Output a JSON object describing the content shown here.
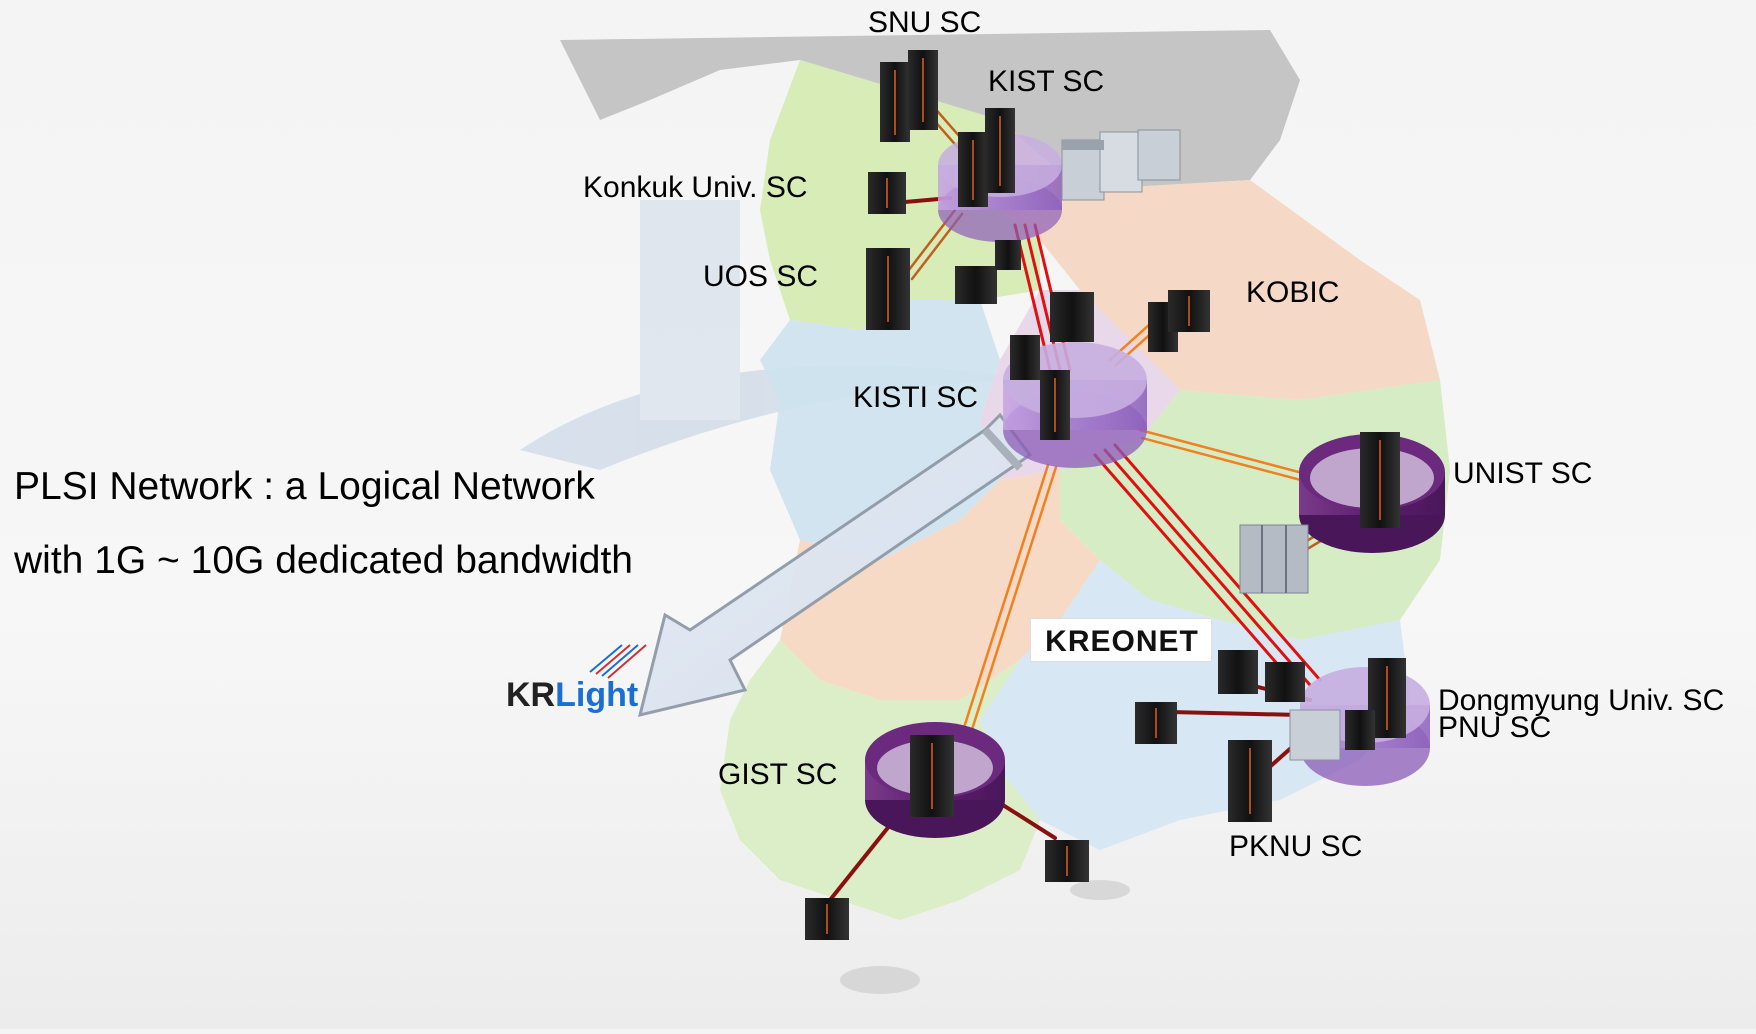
{
  "nodes": {
    "snu": "SNU SC",
    "kist": "KIST SC",
    "konkuk": "Konkuk Univ. SC",
    "uos": "UOS SC",
    "kobic": "KOBIC",
    "kisti": "KISTI SC",
    "unist": "UNIST SC",
    "dongmyung": "Dongmyung Univ. SC",
    "pnu": "PNU SC",
    "gist": "GIST SC",
    "pknu": "PKNU SC"
  },
  "description": {
    "line1": "PLSI Network : a Logical Network",
    "line2": "with 1G ~ 10G dedicated bandwidth"
  },
  "logos": {
    "kreonet": "KREONET",
    "krlight_prefix": "KR",
    "krlight_suffix": "Light"
  },
  "colors": {
    "hub_purple": "#a97bd0",
    "hub_dark": "#6a2a7a",
    "link_red": "#e01010",
    "link_orange": "#f08020",
    "link_darkred": "#8a1010",
    "server_dark": "#1a1a1a",
    "server_accent": "#e0601a"
  }
}
